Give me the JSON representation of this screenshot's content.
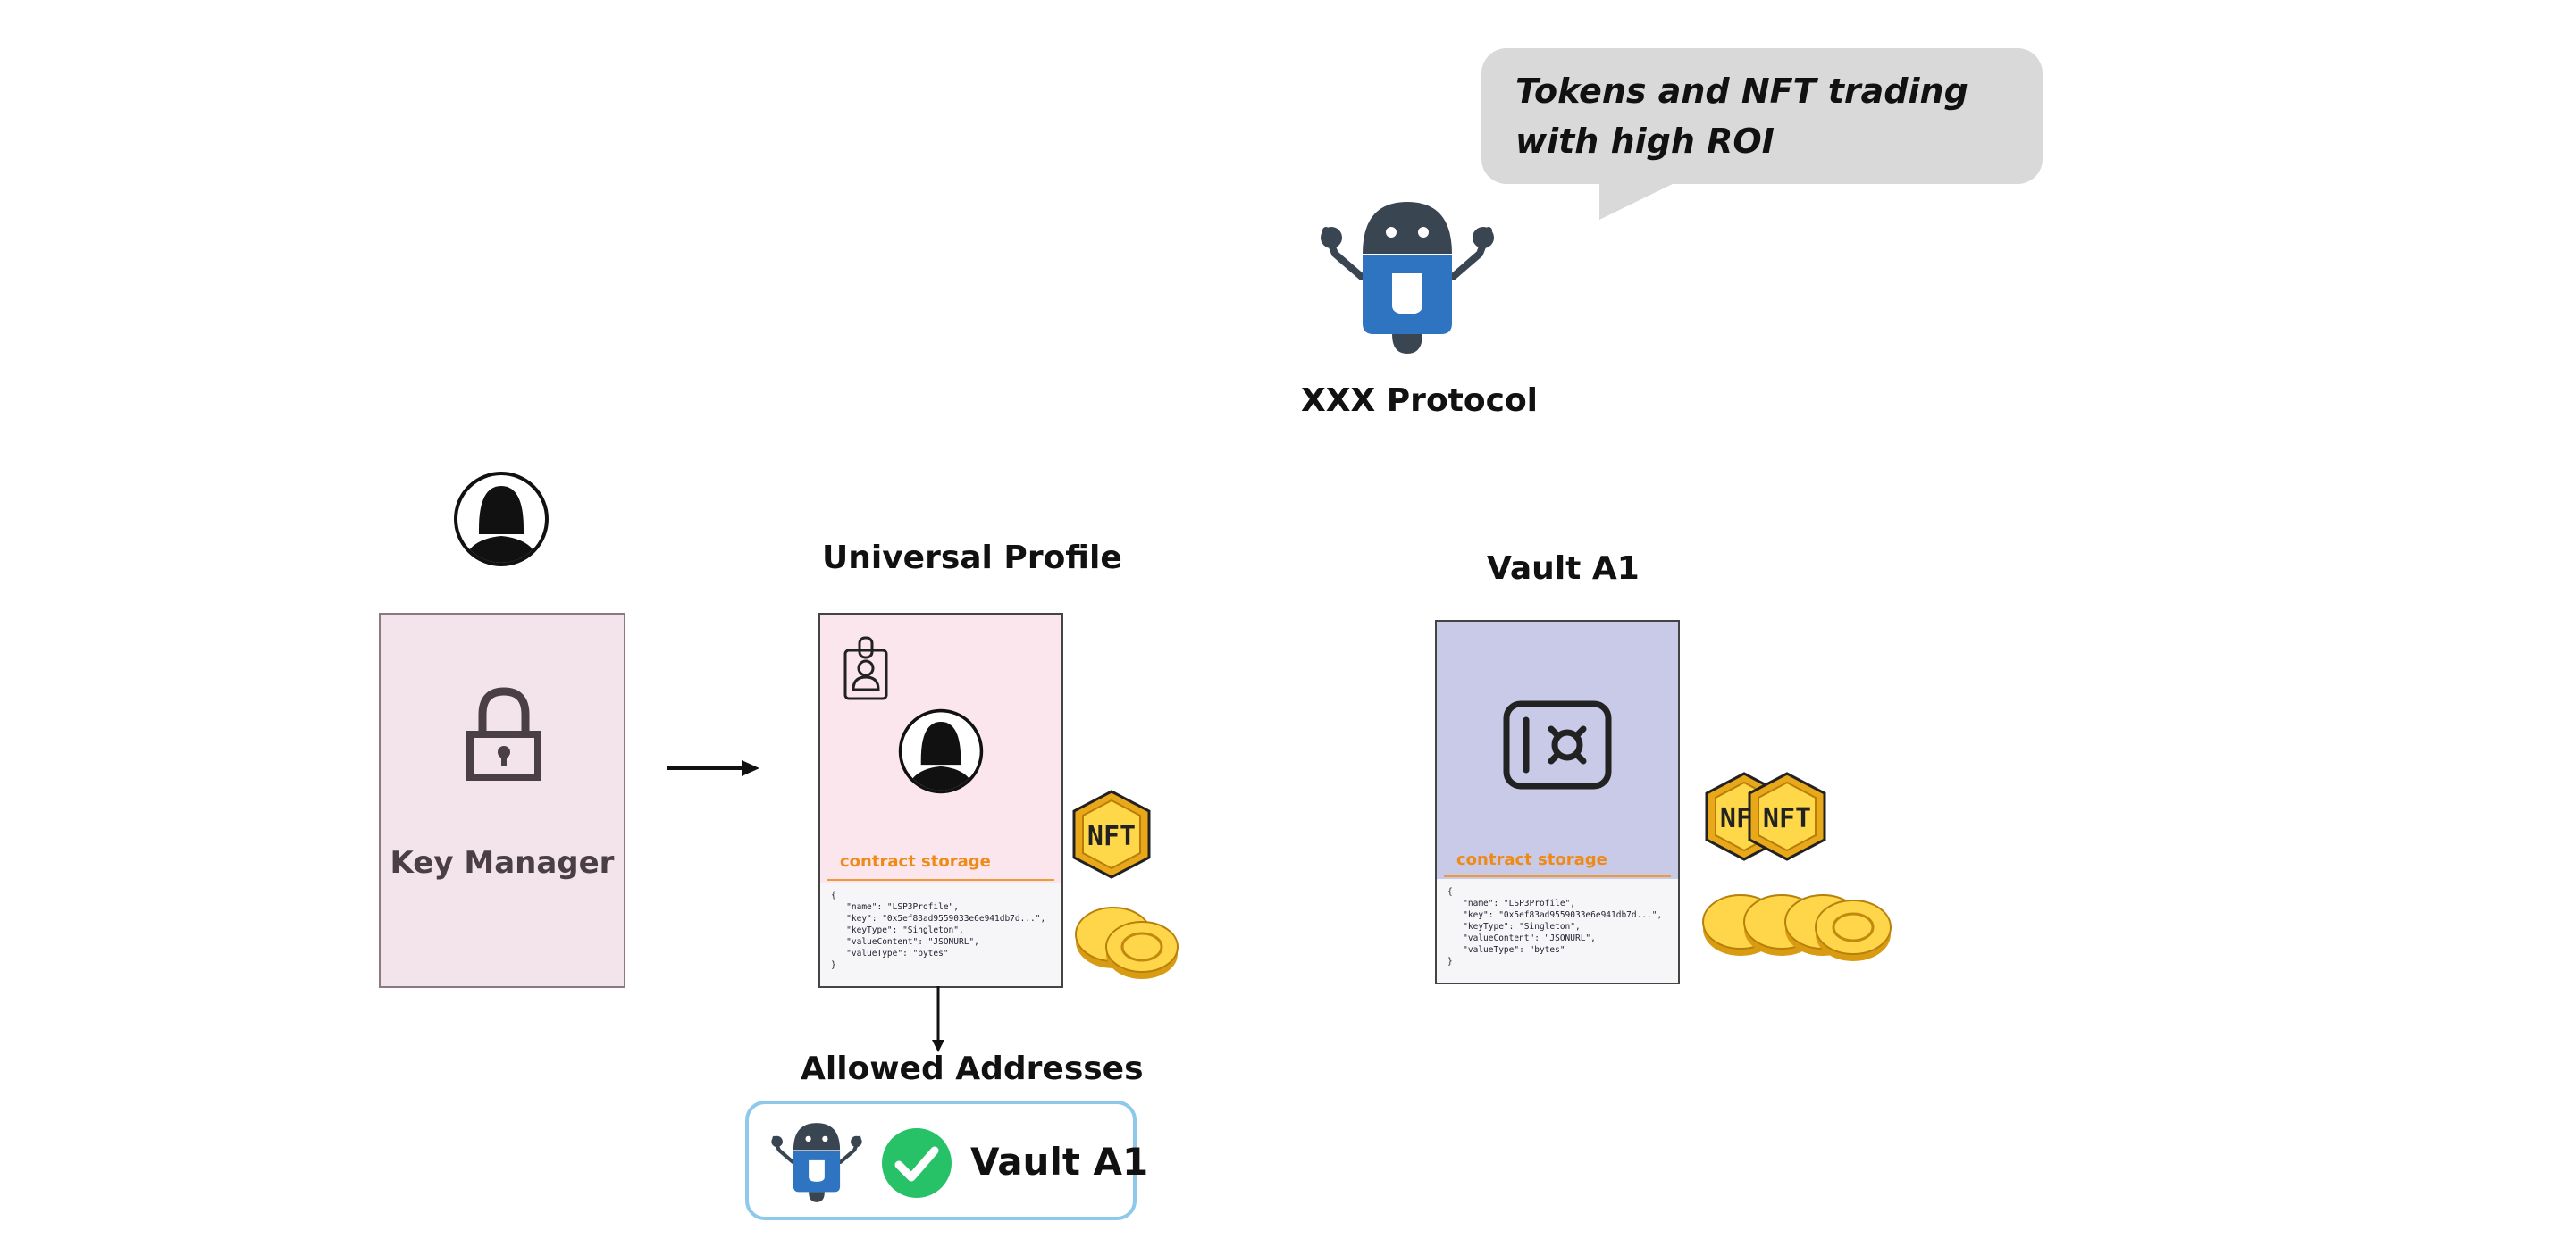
{
  "speech": {
    "text": "Tokens and NFT trading with high ROI"
  },
  "protocol": {
    "label": "XXX Protocol",
    "icon": "robot-icon",
    "color": "#2f74c0"
  },
  "key_manager": {
    "label": "Key Manager",
    "icon": "padlock-icon"
  },
  "universal_profile": {
    "title": "Universal Profile",
    "storage_label": "contract storage",
    "storage_lines": [
      "{",
      "   \"name\": \"LSP3Profile\",",
      "   \"key\": \"0x5ef83ad9559033e6e941db7d...\",",
      "   \"keyType\": \"Singleton\",",
      "   \"valueContent\": \"JSONURL\",",
      "   \"valueType\": \"bytes\"",
      "}"
    ]
  },
  "vault": {
    "title": "Vault A1",
    "storage_label": "contract storage",
    "storage_lines": [
      "{",
      "   \"name\": \"LSP3Profile\",",
      "   \"key\": \"0x5ef83ad9559033e6e941db7d...\",",
      "   \"keyType\": \"Singleton\",",
      "   \"valueContent\": \"JSONURL\",",
      "   \"valueType\": \"bytes\"",
      "}"
    ]
  },
  "allowed": {
    "title": "Allowed Addresses",
    "item_label": "Vault A1",
    "check_color": "#27c268"
  },
  "tokens": {
    "nft_text": "NFT"
  },
  "colors": {
    "accent_orange": "#ef8a17",
    "robot_blue": "#2f74c0",
    "robot_dark": "#3a4552"
  }
}
